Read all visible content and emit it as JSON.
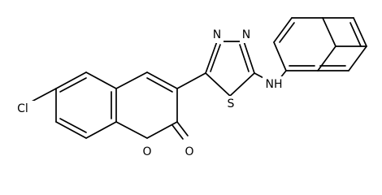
{
  "molecule": {
    "atom_labels": {
      "chlorine": "Cl",
      "ring_oxygen": "O",
      "carbonyl_oxygen": "O",
      "sulfur": "S",
      "nitrogen_upper": "N",
      "nitrogen_left": "N",
      "amine": "NH"
    }
  },
  "colors": {
    "bond": "#000000",
    "label": "#000000",
    "background": "#ffffff"
  }
}
